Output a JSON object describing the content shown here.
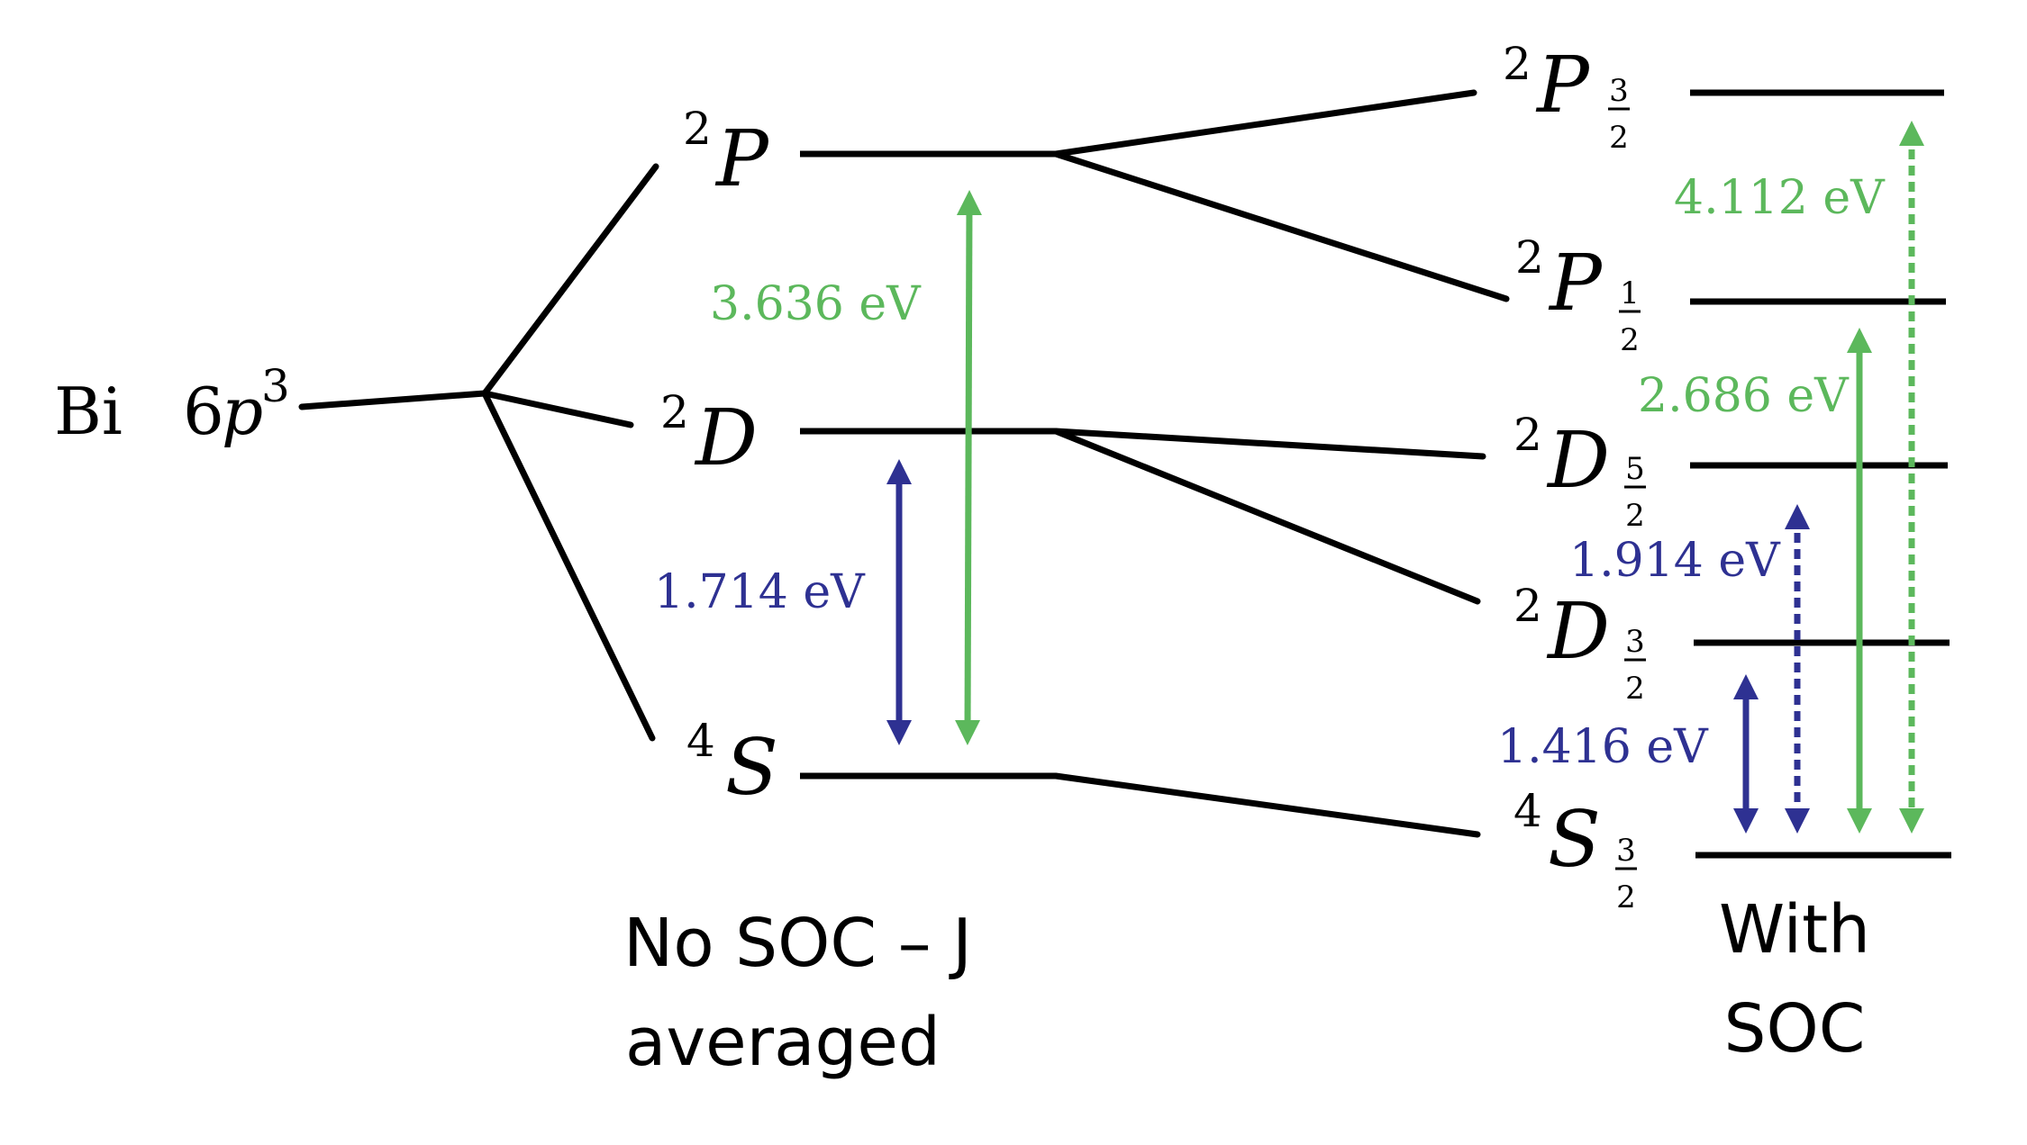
{
  "colors": {
    "level": "#000000",
    "green": "#5cb85c",
    "blue": "#2e3192"
  },
  "element": {
    "symbol": "Bi",
    "config_n": "6",
    "config_l": "p",
    "config_exp": "3"
  },
  "no_soc": {
    "caption_line1": "No SOC – J",
    "caption_line2": "averaged",
    "terms": [
      {
        "mult": "2",
        "letter": "P"
      },
      {
        "mult": "2",
        "letter": "D"
      },
      {
        "mult": "4",
        "letter": "S"
      }
    ],
    "transitions": [
      {
        "label": "3.636 eV",
        "color": "green",
        "style": "solid"
      },
      {
        "label": "1.714 eV",
        "color": "blue",
        "style": "solid"
      }
    ]
  },
  "with_soc": {
    "caption_line1": "With",
    "caption_line2": "SOC",
    "terms": [
      {
        "mult": "2",
        "letter": "P",
        "j_num": "3",
        "j_den": "2"
      },
      {
        "mult": "2",
        "letter": "P",
        "j_num": "1",
        "j_den": "2"
      },
      {
        "mult": "2",
        "letter": "D",
        "j_num": "5",
        "j_den": "2"
      },
      {
        "mult": "2",
        "letter": "D",
        "j_num": "3",
        "j_den": "2"
      },
      {
        "mult": "4",
        "letter": "S",
        "j_num": "3",
        "j_den": "2"
      }
    ],
    "transitions": [
      {
        "label": "4.112 eV",
        "color": "green",
        "style": "dotted"
      },
      {
        "label": "2.686 eV",
        "color": "green",
        "style": "solid"
      },
      {
        "label": "1.914 eV",
        "color": "blue",
        "style": "dotted"
      },
      {
        "label": "1.416 eV",
        "color": "blue",
        "style": "solid"
      }
    ]
  }
}
